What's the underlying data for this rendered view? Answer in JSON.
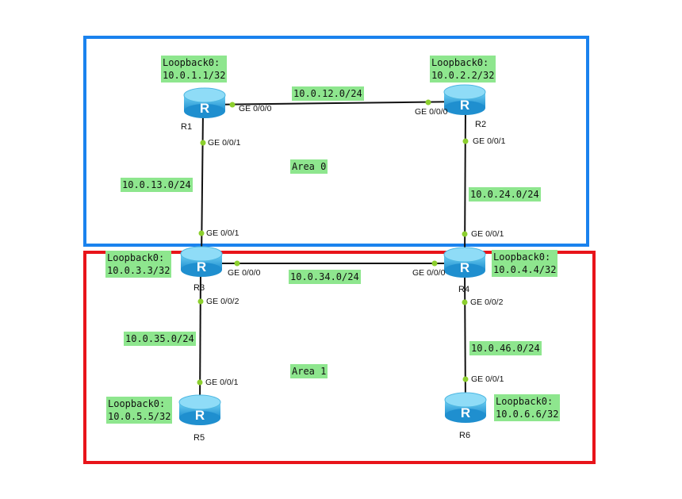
{
  "areas": [
    {
      "label": "Area 0",
      "color": "#1a82ee"
    },
    {
      "label": "Area 1",
      "color": "#e8141a"
    }
  ],
  "routers": [
    {
      "name": "R1",
      "loopback_title": "Loopback0:",
      "loopback_ip": "10.0.1.1/32"
    },
    {
      "name": "R2",
      "loopback_title": "Loopback0:",
      "loopback_ip": "10.0.2.2/32"
    },
    {
      "name": "R3",
      "loopback_title": "Loopback0:",
      "loopback_ip": "10.0.3.3/32"
    },
    {
      "name": "R4",
      "loopback_title": "Loopback0:",
      "loopback_ip": "10.0.4.4/32"
    },
    {
      "name": "R5",
      "loopback_title": "Loopback0:",
      "loopback_ip": "10.0.5.5/32"
    },
    {
      "name": "R6",
      "loopback_title": "Loopback0:",
      "loopback_ip": "10.0.6.6/32"
    }
  ],
  "links": [
    {
      "subnet": "10.0.12.0/24",
      "from": "R1",
      "from_port": "GE 0/0/0",
      "to": "R2",
      "to_port": "GE 0/0/0"
    },
    {
      "subnet": "10.0.13.0/24",
      "from": "R1",
      "from_port": "GE 0/0/1",
      "to": "R3",
      "to_port": "GE 0/0/1"
    },
    {
      "subnet": "10.0.24.0/24",
      "from": "R2",
      "from_port": "GE 0/0/1",
      "to": "R4",
      "to_port": "GE 0/0/1"
    },
    {
      "subnet": "10.0.34.0/24",
      "from": "R3",
      "from_port": "GE 0/0/0",
      "to": "R4",
      "to_port": "GE 0/0/0"
    },
    {
      "subnet": "10.0.35.0/24",
      "from": "R3",
      "from_port": "GE 0/0/2",
      "to": "R5",
      "to_port": "GE 0/0/1"
    },
    {
      "subnet": "10.0.46.0/24",
      "from": "R4",
      "from_port": "GE 0/0/2",
      "to": "R6",
      "to_port": "GE 0/0/1"
    }
  ],
  "colors": {
    "label_bg": "#8ee68e",
    "port_dot": "#8ccf2e",
    "router_body": "#3fb4e6",
    "link": "#111111"
  }
}
